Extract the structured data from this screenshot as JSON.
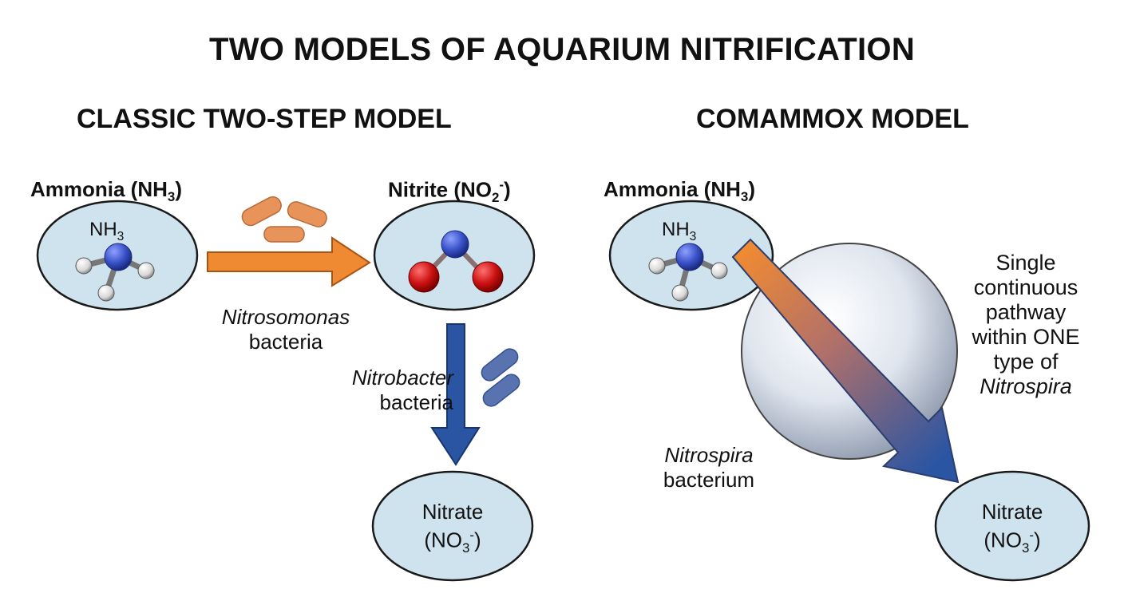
{
  "title": "TWO MODELS OF AQUARIUM NITRIFICATION",
  "classic": {
    "heading": "CLASSIC TWO-STEP MODEL",
    "ammonia_label": {
      "text": "Ammonia (NH",
      "sub": "3",
      "end": ")"
    },
    "ammonia_formula": {
      "text": "NH",
      "sub": "3"
    },
    "nitrite_label": {
      "text": "Nitrite (NO",
      "sub": "2",
      "sup": "-",
      "end": ")"
    },
    "step1_genus": "Nitrosomonas",
    "step1_word": "bacteria",
    "step2_genus": "Nitrobacter",
    "step2_word": "bacteria",
    "nitrate_name": "Nitrate",
    "nitrate_formula": {
      "open": "(NO",
      "sub": "3",
      "sup": "-",
      "end": ")"
    }
  },
  "comammox": {
    "heading": "COMAMMOX MODEL",
    "ammonia_label": {
      "text": "Ammonia (NH",
      "sub": "3",
      "end": ")"
    },
    "ammonia_formula": {
      "text": "NH",
      "sub": "3"
    },
    "pathway_note": [
      "Single",
      "continuous",
      "pathway",
      "within ONE",
      "type of"
    ],
    "pathway_genus": "Nitrospira",
    "organism_genus": "Nitrospira",
    "organism_word": "bacterium",
    "nitrate_name": "Nitrate",
    "nitrate_formula": {
      "open": "(NO",
      "sub": "3",
      "sup": "-",
      "end": ")"
    }
  },
  "colors": {
    "ellipse_fill": "#cfe3ee",
    "orange_arrow": "#f08a32",
    "blue_arrow": "#2a55a3",
    "nitrogen_atom": "#3a52c8",
    "oxygen_atom": "#cc1111",
    "hydrogen_atom": "#e6e6e6",
    "bacteria_orange": "#e8935a",
    "bacteria_blue": "#5873b0"
  }
}
